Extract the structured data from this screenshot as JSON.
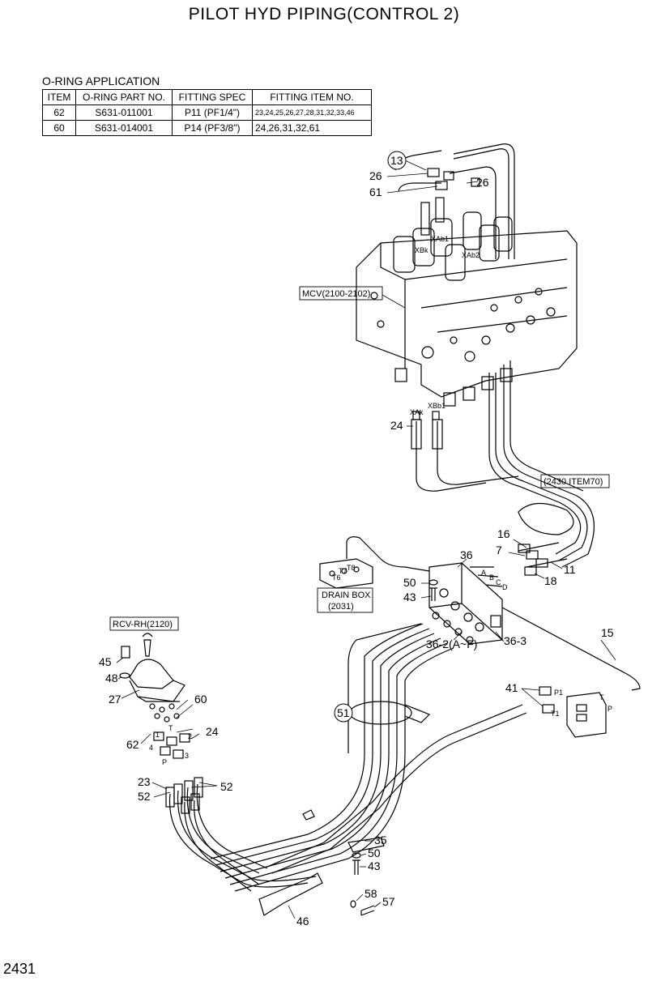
{
  "title": "PILOT HYD PIPING(CONTROL 2)",
  "page_number": "2431",
  "oring_table": {
    "caption": "O-RING APPLICATION",
    "headers": [
      "ITEM",
      "O-RING PART NO.",
      "FITTING SPEC",
      "FITTING ITEM NO."
    ],
    "rows": [
      [
        "62",
        "S631-011001",
        "P11 (PF1/4\")",
        "23,24,25,26,27,28,31,32,33,46"
      ],
      [
        "60",
        "S631-014001",
        "P14 (PF3/8\")",
        "24,26,31,32,61"
      ]
    ]
  },
  "callouts": {
    "c13": "13",
    "c26a": "26",
    "c26b": "26",
    "c61": "61",
    "c24a": "24",
    "c36": "36",
    "c16": "16",
    "c7": "7",
    "c11": "11",
    "c18": "18",
    "c50a": "50",
    "c43a": "43",
    "c36_2": "36-2(A~F)",
    "c36_3": "36-3",
    "c15": "15",
    "c41": "41",
    "c51": "51",
    "c45": "45",
    "c48": "48",
    "c27": "27",
    "c60": "60",
    "c62": "62",
    "c24b": "24",
    "c23": "23",
    "c52a": "52",
    "c52b": "52",
    "c35": "35",
    "c50b": "50",
    "c43b": "43",
    "c58": "58",
    "c57": "57",
    "c46": "46"
  },
  "boxed_labels": {
    "mcv": "MCV(2100-2102)",
    "item70": "(2430 ITEM70)",
    "drain_box_1": "DRAIN BOX",
    "drain_box_2": "(2031)",
    "rcv": "RCV-RH(2120)"
  },
  "port_labels": {
    "xbk": "XBk",
    "xab1": "XAb1",
    "xab2": "XAb2",
    "xak": "XAk",
    "xbb1": "XBb1",
    "a": "A",
    "b": "B",
    "c": "C",
    "d": "D",
    "t7": "T7",
    "t6": "T6",
    "t8": "T8",
    "p1": "P1",
    "t1": "T1",
    "t": "T",
    "p": "P",
    "rcv_1": "1",
    "rcv_t": "T",
    "rcv_2": "2",
    "rcv_4": "4",
    "rcv_3": "3",
    "rcv_p": "P"
  }
}
